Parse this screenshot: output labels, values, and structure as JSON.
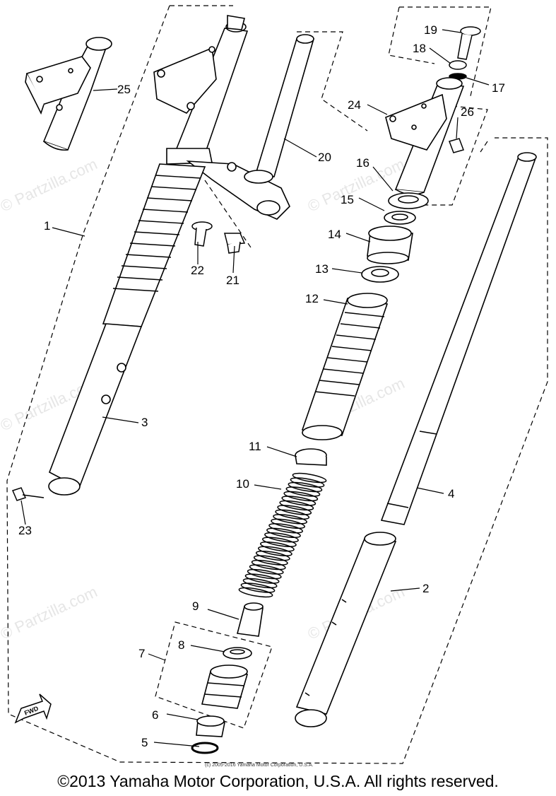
{
  "callouts": [
    {
      "id": "1",
      "label": "1"
    },
    {
      "id": "2",
      "label": "2"
    },
    {
      "id": "3",
      "label": "3"
    },
    {
      "id": "4",
      "label": "4"
    },
    {
      "id": "5",
      "label": "5"
    },
    {
      "id": "6",
      "label": "6"
    },
    {
      "id": "7",
      "label": "7"
    },
    {
      "id": "8",
      "label": "8"
    },
    {
      "id": "9",
      "label": "9"
    },
    {
      "id": "10",
      "label": "10"
    },
    {
      "id": "11",
      "label": "11"
    },
    {
      "id": "12",
      "label": "12"
    },
    {
      "id": "13",
      "label": "13"
    },
    {
      "id": "14",
      "label": "14"
    },
    {
      "id": "15",
      "label": "15"
    },
    {
      "id": "16",
      "label": "16"
    },
    {
      "id": "17",
      "label": "17"
    },
    {
      "id": "18",
      "label": "18"
    },
    {
      "id": "19",
      "label": "19"
    },
    {
      "id": "20",
      "label": "20"
    },
    {
      "id": "21",
      "label": "21"
    },
    {
      "id": "22",
      "label": "22"
    },
    {
      "id": "23",
      "label": "23"
    },
    {
      "id": "24",
      "label": "24"
    },
    {
      "id": "25",
      "label": "25"
    },
    {
      "id": "26",
      "label": "26"
    }
  ],
  "fwd_label": "FWD",
  "watermark": "© Partzilla.com",
  "inner_copyright": "(c) 2005-2016 Yamaha Motor Corporation, U.S.A.",
  "footer": "©2013 Yamaha Motor Corporation, U.S.A. All rights reserved."
}
